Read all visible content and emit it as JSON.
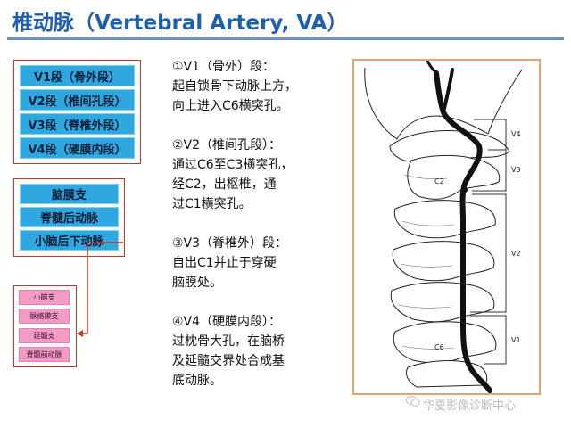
{
  "title": "椎动脉（Vertebral Artery, VA）",
  "segments": [
    "V1段（骨外段）",
    "V2段（椎间孔段）",
    "V3段（脊椎外段）",
    "V4段（硬膜内段）"
  ],
  "branches": [
    "脑膜支",
    "脊髓后动脉",
    "小脑后下动脉"
  ],
  "sub_branches": [
    "小脑支",
    "脉络膜支",
    "延髓支",
    "脊髓前动脉"
  ],
  "descriptions": [
    {
      "head": "①V1（骨外）段：",
      "lines": [
        "起自锁骨下动脉上方，",
        "向上进入C6横突孔。"
      ]
    },
    {
      "head": "②V2（椎间孔段）：",
      "lines": [
        "通过C6至C3横突孔，",
        "经C2，出枢椎，通",
        "过C1横突孔。"
      ]
    },
    {
      "head": "③V3（脊椎外）段：",
      "lines": [
        "自出C1并止于穿硬",
        "脑膜处。"
      ]
    },
    {
      "head": "④V4（硬膜内段）：",
      "lines": [
        "过枕骨大孔，在脑桥",
        "及延髓交界处合成基",
        "底动脉。"
      ]
    }
  ],
  "figure_labels": {
    "v4": "V4",
    "v3": "V3",
    "v2": "V2",
    "v1": "V1",
    "c2": "C2",
    "c6": "C6"
  },
  "watermark": "华夏影像诊断中心"
}
